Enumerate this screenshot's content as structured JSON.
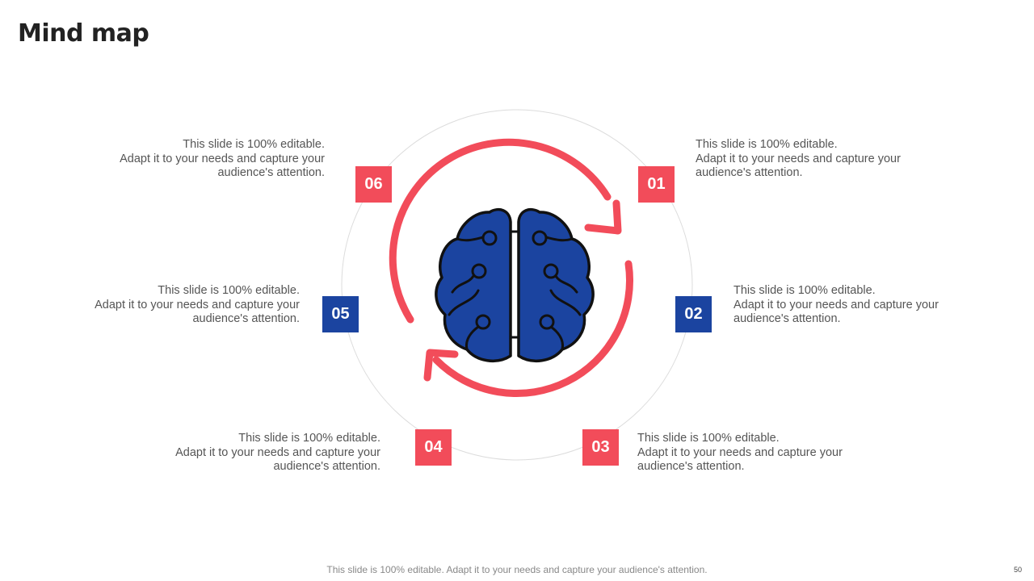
{
  "slide": {
    "title": "Mind map",
    "footer": "This slide is 100% editable. Adapt it to your needs and capture your audience's attention.",
    "page_number": "50"
  },
  "colors": {
    "accent_red": "#f24c5a",
    "accent_blue": "#1b44a0",
    "text_gray": "#555555"
  },
  "center_icon": "brain-circuit-icon",
  "nodes": [
    {
      "number": "01",
      "color": "red",
      "lines": [
        "This slide is 100% editable.",
        "Adapt it to your needs and capture your",
        "audience's attention."
      ]
    },
    {
      "number": "02",
      "color": "blue",
      "lines": [
        "This slide is 100% editable.",
        "Adapt it to your needs and capture your",
        "audience's attention."
      ]
    },
    {
      "number": "03",
      "color": "red",
      "lines": [
        "This slide is 100% editable.",
        "Adapt it to your needs and capture your",
        "audience's attention."
      ]
    },
    {
      "number": "04",
      "color": "red",
      "lines": [
        "This slide is 100% editable.",
        "Adapt it to your needs and capture your",
        "audience's attention."
      ]
    },
    {
      "number": "05",
      "color": "blue",
      "lines": [
        "This slide is 100% editable.",
        "Adapt it to your needs and capture your",
        "audience's attention."
      ]
    },
    {
      "number": "06",
      "color": "red",
      "lines": [
        "This slide is 100% editable.",
        "Adapt it to your needs and capture your",
        "audience's attention."
      ]
    }
  ]
}
